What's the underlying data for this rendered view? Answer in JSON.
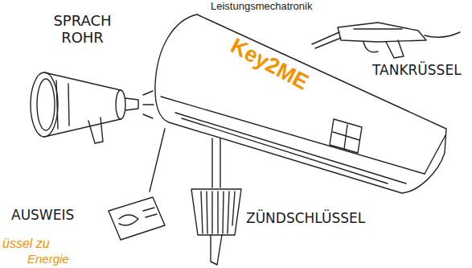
{
  "diagram": {
    "nodes": [
      {
        "text": [
          "Key2ME"
        ]
      }
    ],
    "labels": [
      "Leistungsmechatronik",
      "SPRACH ROHR",
      "TANKRÜSSEL",
      "AUSWEIS",
      "ZÜNDSCHLÜSSEL",
      "üssel zu",
      "Energie"
    ]
  }
}
